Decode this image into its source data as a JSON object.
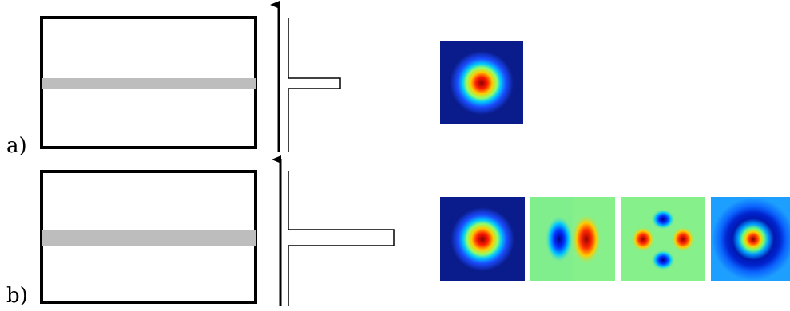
{
  "panels": [
    {
      "label": "a)",
      "modes": [
        {
          "name": "fundamental-gaussian",
          "type": "gaussian",
          "background": "#0a1b8c"
        }
      ]
    },
    {
      "label": "b)",
      "modes": [
        {
          "name": "fundamental-gaussian",
          "type": "gaussian",
          "background": "#0a1b8c"
        },
        {
          "name": "dipole",
          "type": "dipole",
          "background": "#86f08a"
        },
        {
          "name": "quadrupole",
          "type": "quadrupole",
          "background": "#86f08a"
        },
        {
          "name": "ring",
          "type": "ring",
          "background": "#1d9fff"
        }
      ]
    }
  ],
  "colors": {
    "waveguide_core": "#bdbdbd",
    "outline": "#000000"
  }
}
